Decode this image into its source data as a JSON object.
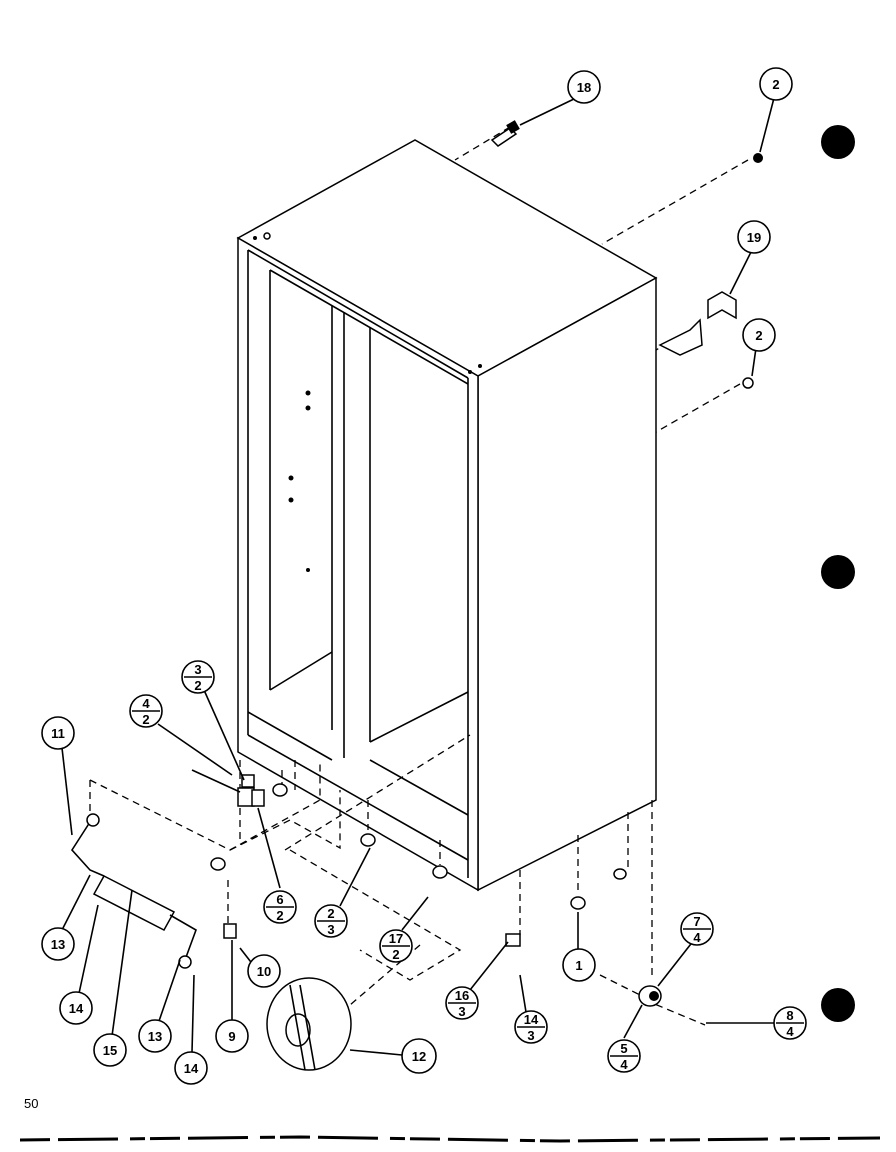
{
  "page_number": "50",
  "callouts": {
    "c18": {
      "top": "18"
    },
    "c2a": {
      "top": "2"
    },
    "c19": {
      "top": "19"
    },
    "c2b": {
      "top": "2"
    },
    "c3_2": {
      "top": "3",
      "bottom": "2"
    },
    "c4_2": {
      "top": "4",
      "bottom": "2"
    },
    "c11": {
      "top": "11"
    },
    "c6_2": {
      "top": "6",
      "bottom": "2"
    },
    "c2_3": {
      "top": "2",
      "bottom": "3"
    },
    "c17_2": {
      "top": "17",
      "bottom": "2"
    },
    "c1": {
      "top": "1"
    },
    "c7_4": {
      "top": "7",
      "bottom": "4"
    },
    "c8_4": {
      "top": "8",
      "bottom": "4"
    },
    "c5_4": {
      "top": "5",
      "bottom": "4"
    },
    "c16_3": {
      "top": "16",
      "bottom": "3"
    },
    "c14_3": {
      "top": "14",
      "bottom": "3"
    },
    "c12": {
      "top": "12"
    },
    "c10": {
      "top": "10"
    },
    "c9": {
      "top": "9"
    },
    "c13a": {
      "top": "13"
    },
    "c14a": {
      "top": "14"
    },
    "c15": {
      "top": "15"
    },
    "c13b": {
      "top": "13"
    },
    "c14b": {
      "top": "14"
    }
  }
}
